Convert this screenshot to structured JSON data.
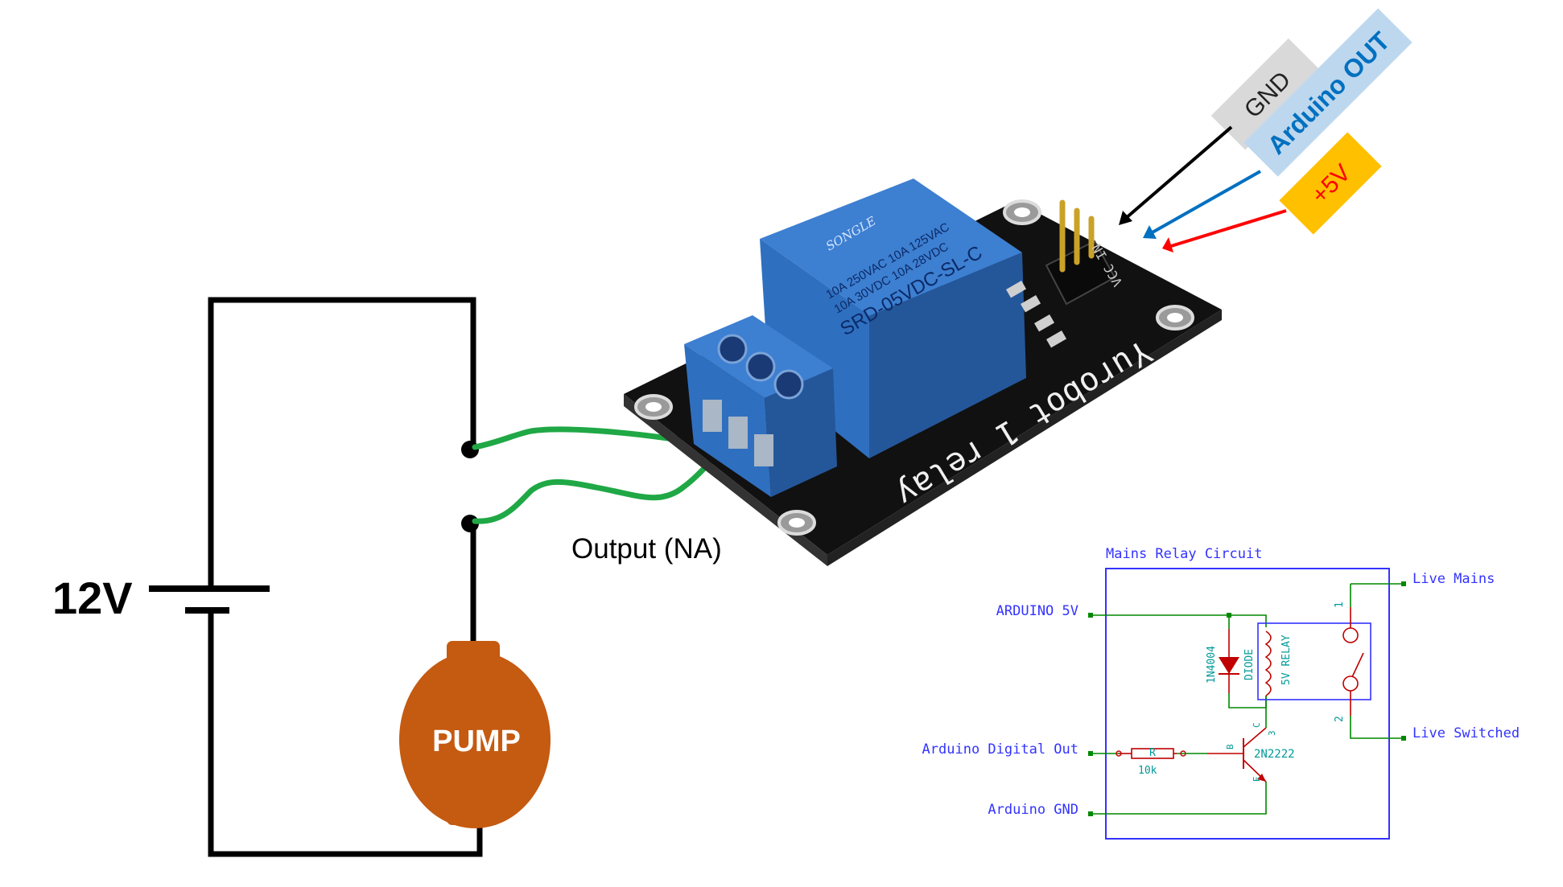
{
  "battery_label": "12V",
  "pump_label": "PUMP",
  "output_label": "Output (NA)",
  "pin_labels": {
    "gnd": "GND",
    "arduino_out": "Arduino OUT",
    "plus5v": "+5V"
  },
  "relay_module": {
    "brand": "SONGLE",
    "model": "SRD-05VDC-SL-C",
    "rating_1": "10A 250VAC  10A 125VAC",
    "rating_2": "10A 30VDC  10A 28VDC",
    "board_text": "Yurobot 1 relay",
    "pin_header_label": "VCC IN"
  },
  "schematic": {
    "title": "Mains Relay Circuit",
    "arduino_5v": "ARDUINO 5V",
    "arduino_digital_out": "Arduino Digital Out",
    "arduino_gnd": "Arduino GND",
    "live_mains": "Live Mains",
    "live_switched": "Live Switched",
    "diode_part": "1N4004",
    "diode_label": "DIODE",
    "relay_label": "5V RELAY",
    "resistor_name": "R",
    "resistor_value": "10k",
    "transistor_label": "2N2222",
    "pin_b": "B",
    "pin_c": "C",
    "pin_e": "E",
    "pin_1": "1",
    "pin_2": "2",
    "pin_3": "3"
  },
  "colors": {
    "pump": "#c55a11",
    "wire_green": "#1fa845",
    "pin_gnd_bg": "#d9d9d9",
    "pin_out_bg": "#bdd7ee",
    "pin_out_text": "#0070c0",
    "pin_5v_bg": "#ffc000",
    "pin_5v_text": "#ff0000",
    "relay_blue": "#2f6fbf",
    "board": "#111111",
    "schem_blue": "#3333ff",
    "schem_green": "#008800",
    "schem_red": "#c00000",
    "schem_teal": "#009999"
  }
}
